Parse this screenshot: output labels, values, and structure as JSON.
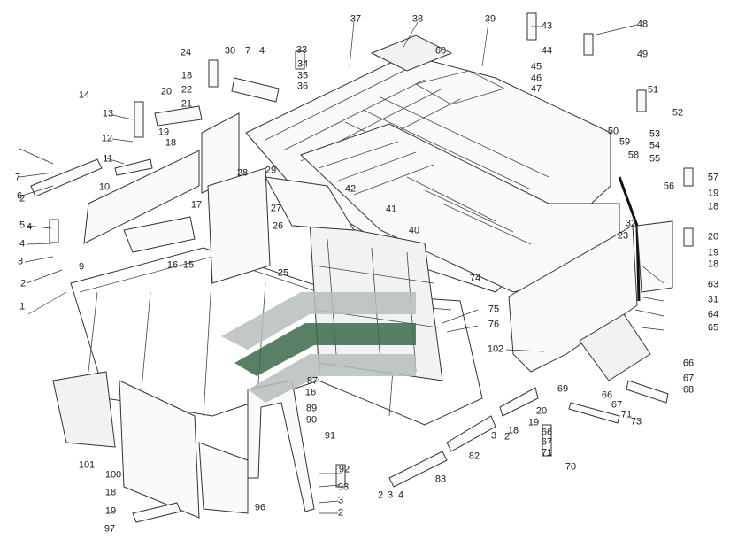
{
  "diagram": {
    "watermark_colors": {
      "grey": "#b8bfbb",
      "green": "#3c6b4d"
    },
    "callouts": [
      "1",
      "2",
      "3",
      "4",
      "5",
      "9",
      "2",
      "4",
      "7",
      "6",
      "10",
      "11",
      "12",
      "13",
      "14",
      "20",
      "19",
      "18",
      "21",
      "22",
      "18",
      "24",
      "30",
      "7",
      "4",
      "33",
      "34",
      "35",
      "36",
      "37",
      "38",
      "39",
      "60",
      "43",
      "44",
      "45",
      "46",
      "47",
      "48",
      "49",
      "51",
      "52",
      "53",
      "54",
      "55",
      "58",
      "50",
      "59",
      "57",
      "19",
      "18",
      "56",
      "28",
      "29",
      "27",
      "17",
      "26",
      "16",
      "15",
      "25",
      "42",
      "41",
      "40",
      "74",
      "32",
      "23",
      "20",
      "19",
      "18",
      "63",
      "31",
      "64",
      "65",
      "75",
      "76",
      "102",
      "66",
      "67",
      "68",
      "66",
      "67",
      "71",
      "73",
      "69",
      "20",
      "87",
      "16",
      "89",
      "90",
      "91",
      "19",
      "18",
      "66",
      "67",
      "71",
      "70",
      "92",
      "93",
      "3",
      "2",
      "83",
      "2",
      "3",
      "4",
      "82",
      "3",
      "2",
      "101",
      "100",
      "18",
      "19",
      "97",
      "96"
    ]
  }
}
